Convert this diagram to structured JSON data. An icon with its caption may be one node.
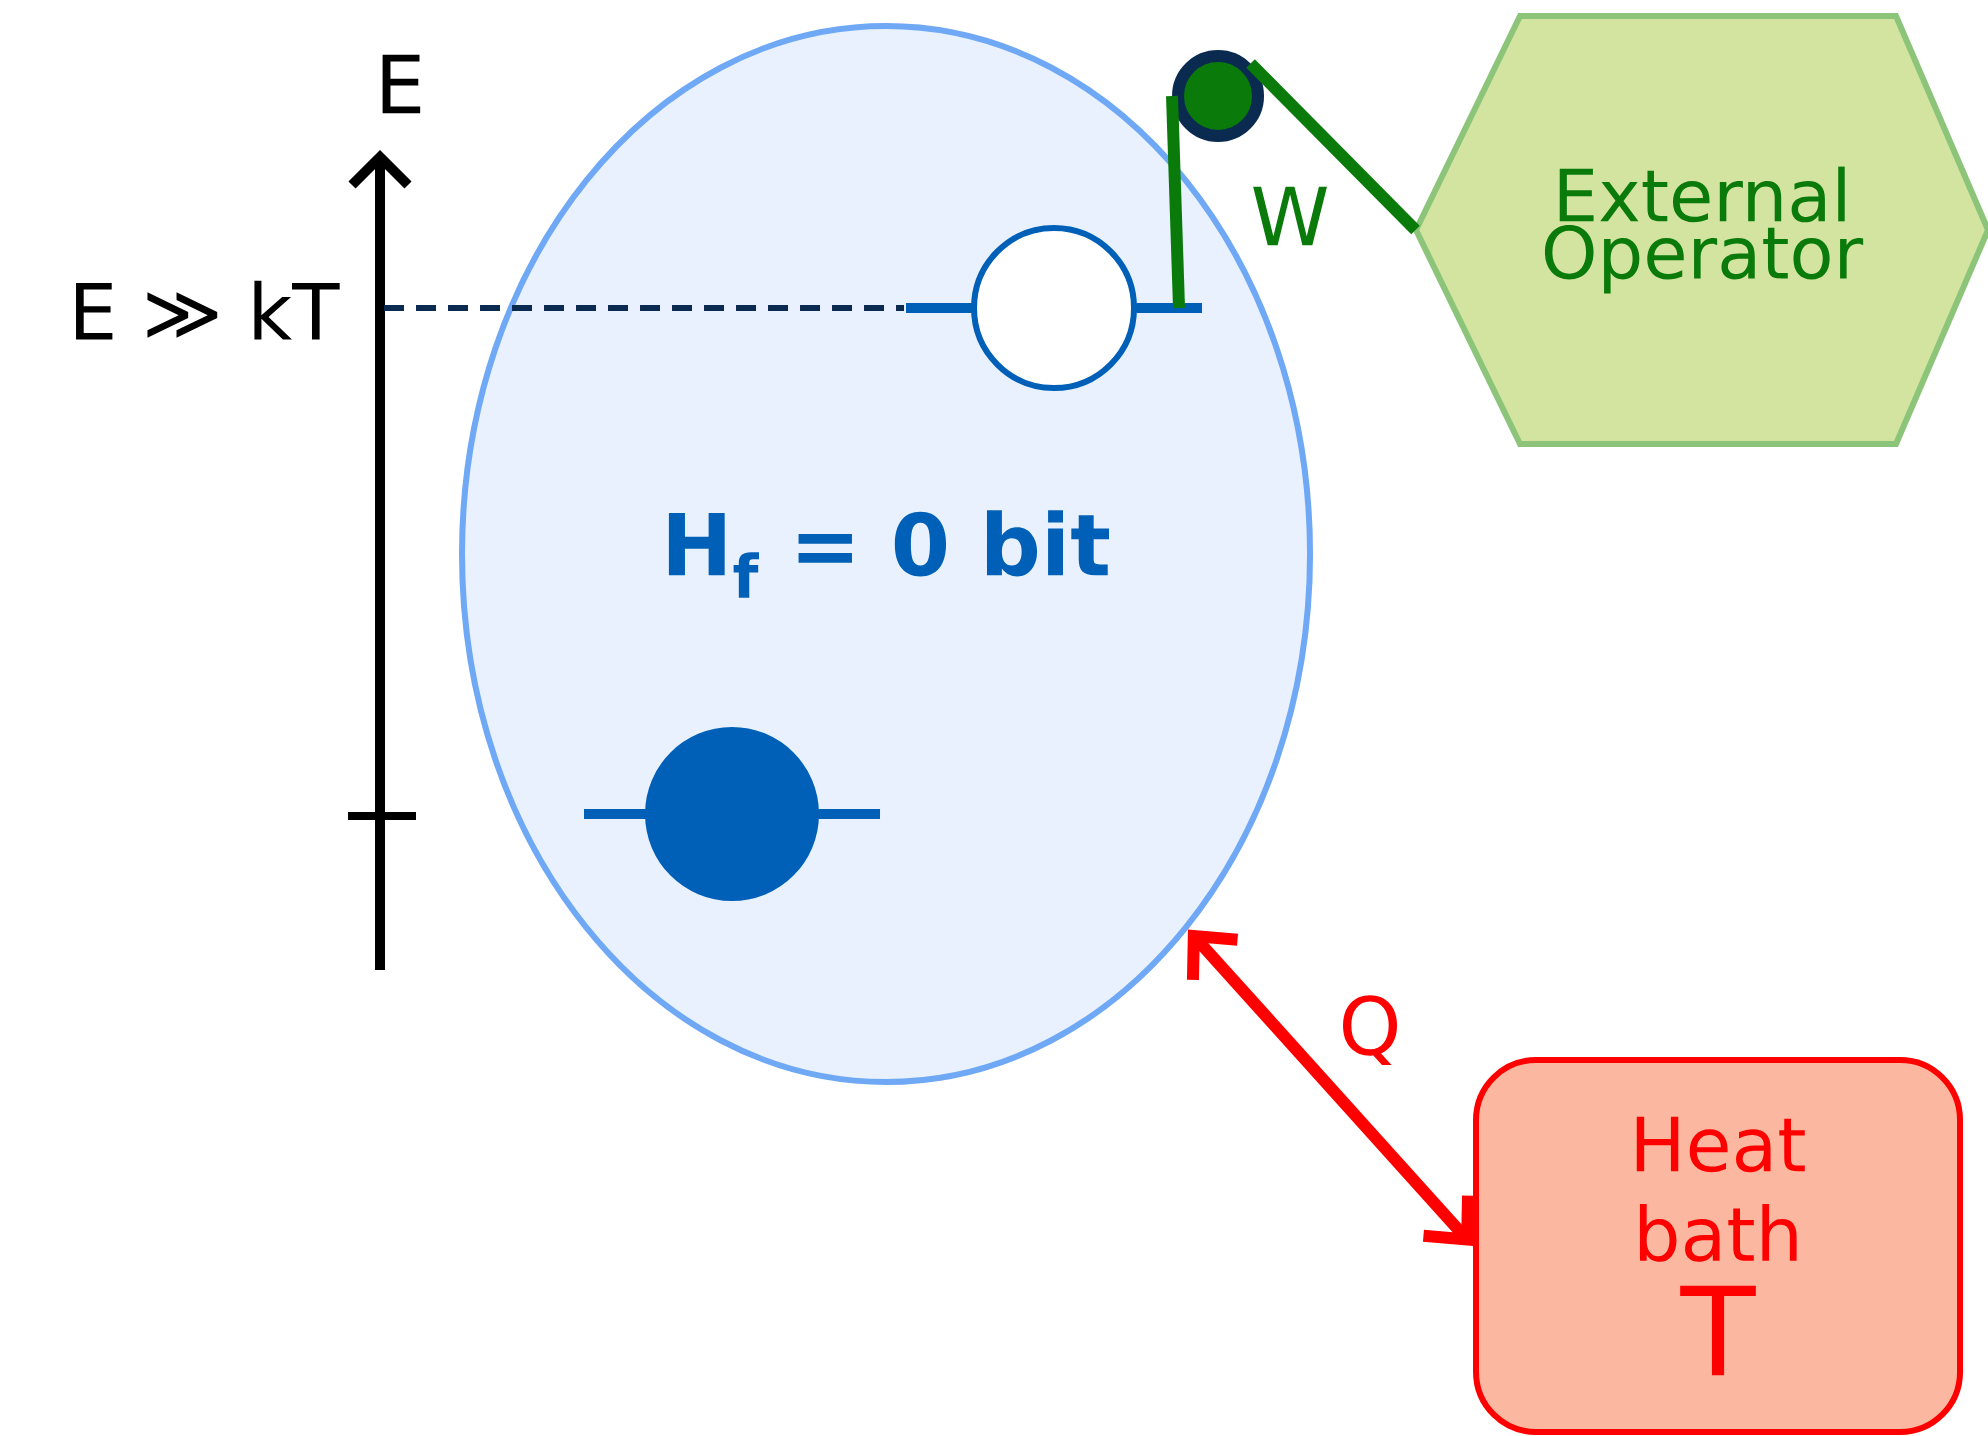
{
  "diagram": {
    "nodes": [
      {
        "text": [],
        "shape": "circle"
      },
      {
        "text": [
          "External Operator"
        ]
      },
      {
        "text": [
          "H$_{f}$ = 0 bit"
        ]
      },
      {
        "text": [],
        "shape": "circle",
        "in": 2
      },
      {
        "text": [],
        "shape": "circle",
        "in": 2
      },
      {
        "text": [
          "Heat bath",
          "T"
        ]
      }
    ],
    "edges": [
      {
        "from": 3,
        "to": 0,
        "arrow": "none"
      },
      {
        "from": 0,
        "to": 1,
        "arrow": "none",
        "label": "W"
      },
      {
        "from": 2,
        "to": 5,
        "arrow": "both",
        "label": "Q",
        "color": "#ff0000"
      }
    ],
    "labels": [
      "E",
      "E ≫ kT"
    ]
  }
}
